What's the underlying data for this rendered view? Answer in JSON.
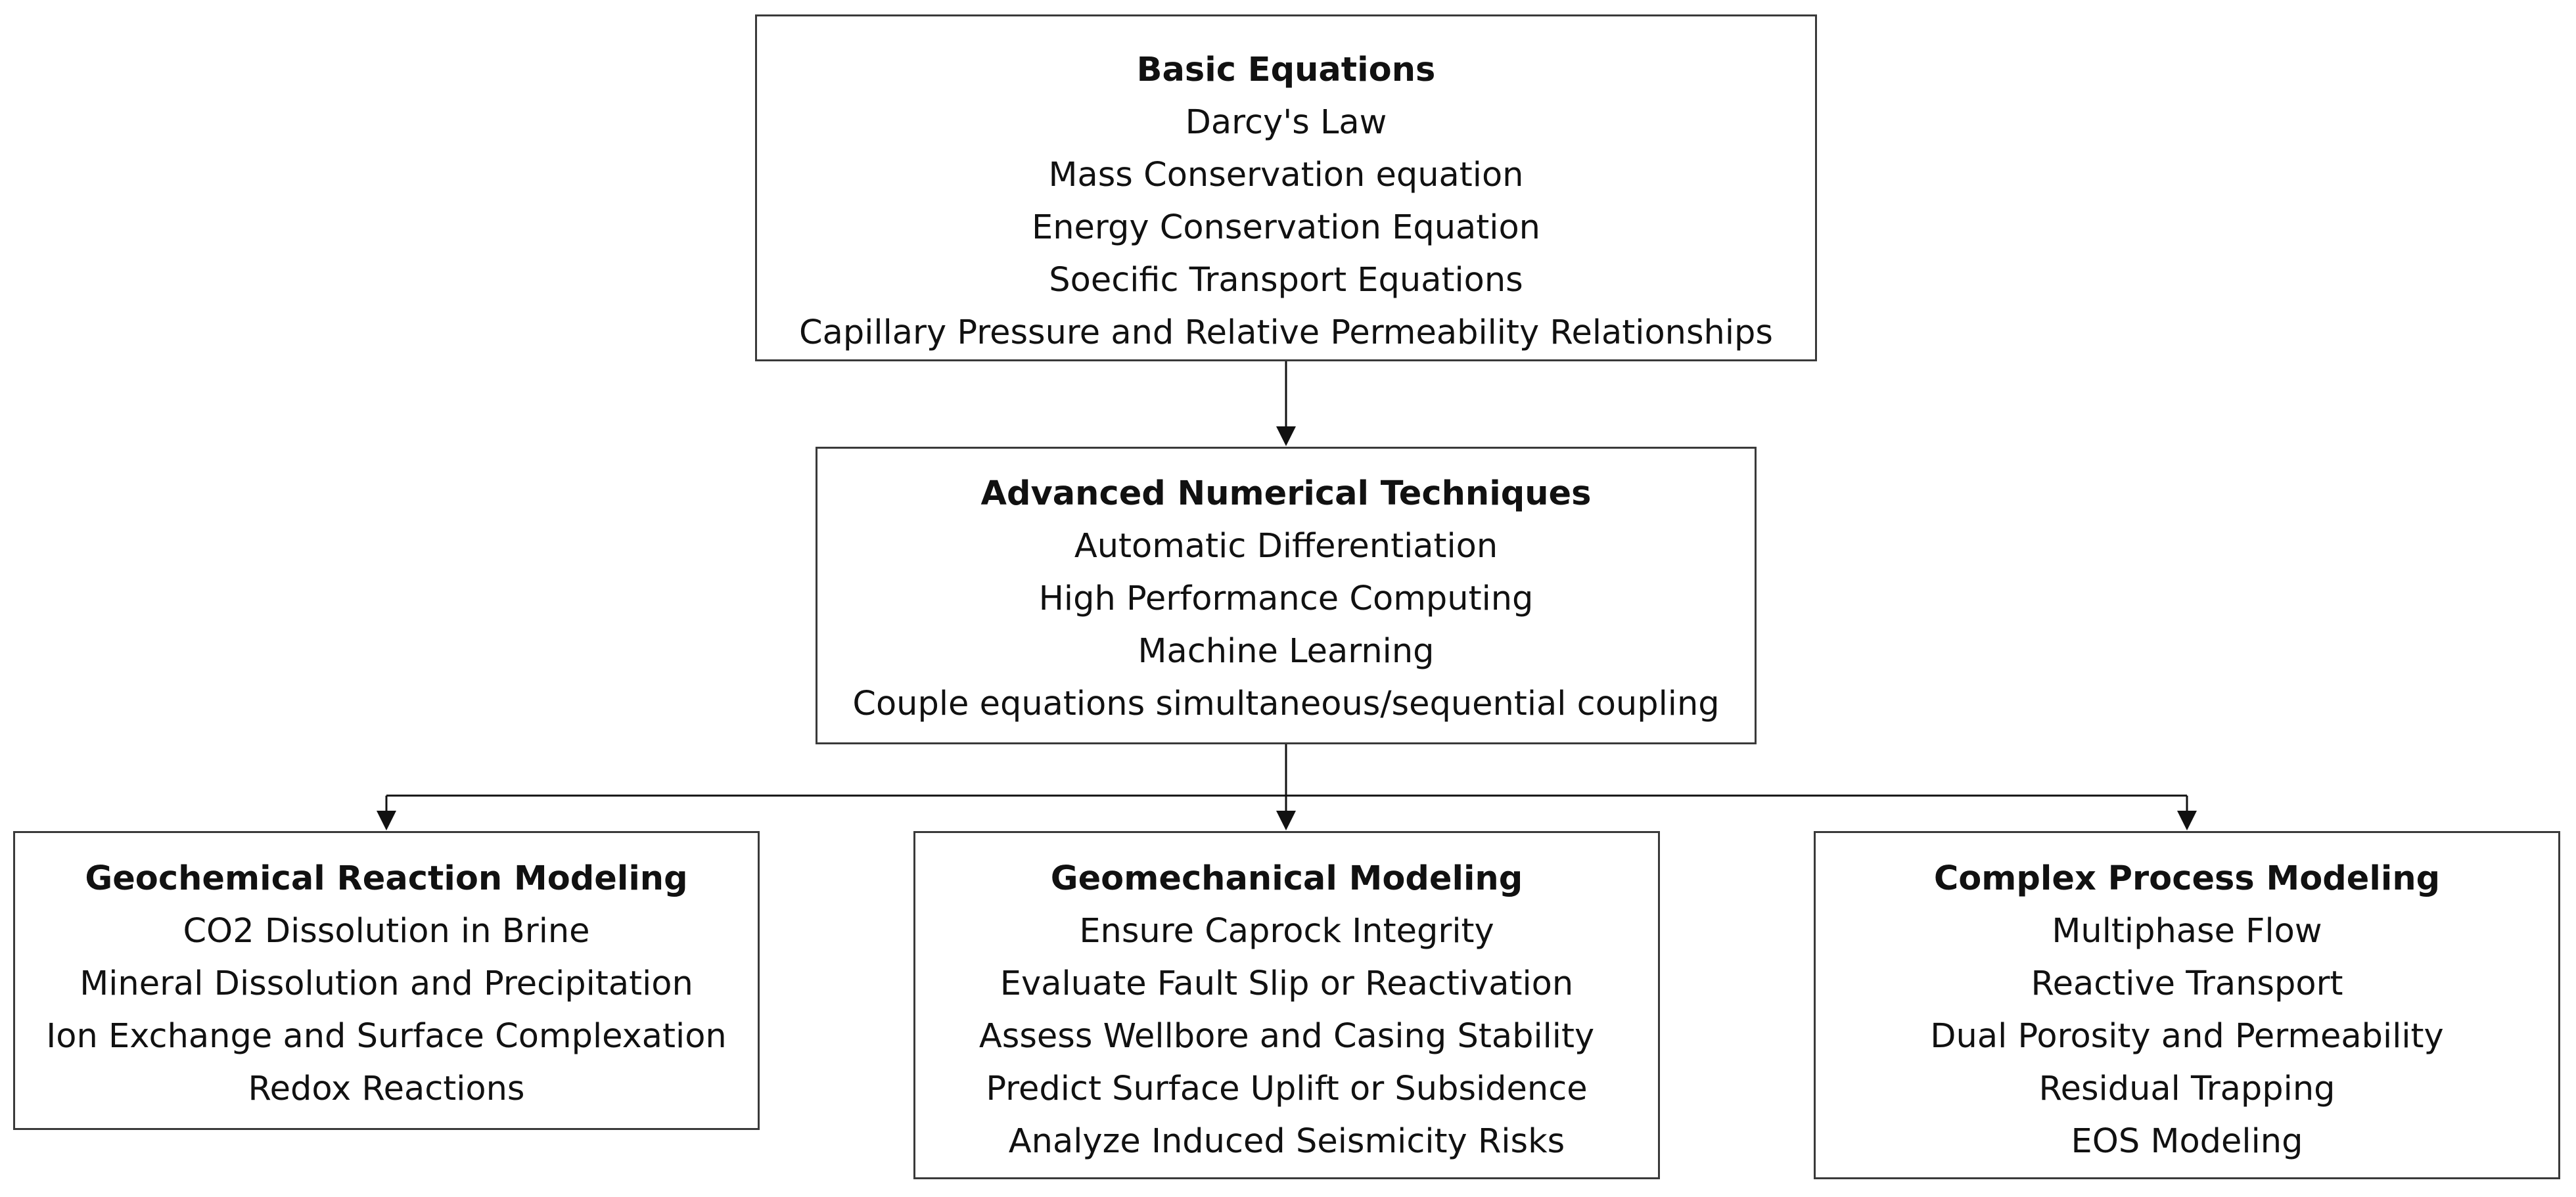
{
  "basic": {
    "title": "Basic Equations",
    "items": [
      "Darcy's Law",
      "Mass Conservation equation",
      "Energy Conservation Equation",
      "Soecific Transport Equations",
      "Capillary Pressure and Relative Permeability Relationships"
    ]
  },
  "advanced": {
    "title": "Advanced Numerical Techniques",
    "items": [
      "Automatic Differentiation",
      "High Performance Computing",
      "Machine Learning",
      "Couple equations simultaneous/sequential coupling"
    ]
  },
  "geochem": {
    "title": "Geochemical Reaction Modeling",
    "items": [
      "CO2 Dissolution in Brine",
      "Mineral Dissolution and Precipitation",
      "Ion Exchange and Surface Complexation",
      "Redox Reactions"
    ]
  },
  "geomech": {
    "title": "Geomechanical Modeling",
    "items": [
      "Ensure Caprock Integrity",
      "Evaluate Fault Slip or Reactivation",
      "Assess Wellbore and Casing Stability",
      "Predict Surface Uplift or Subsidence",
      "Analyze Induced Seismicity Risks"
    ]
  },
  "complex": {
    "title": "Complex Process Modeling",
    "items": [
      "Multiphase Flow",
      "Reactive Transport",
      "Dual Porosity and Permeability",
      "Residual Trapping",
      "EOS Modeling"
    ]
  }
}
